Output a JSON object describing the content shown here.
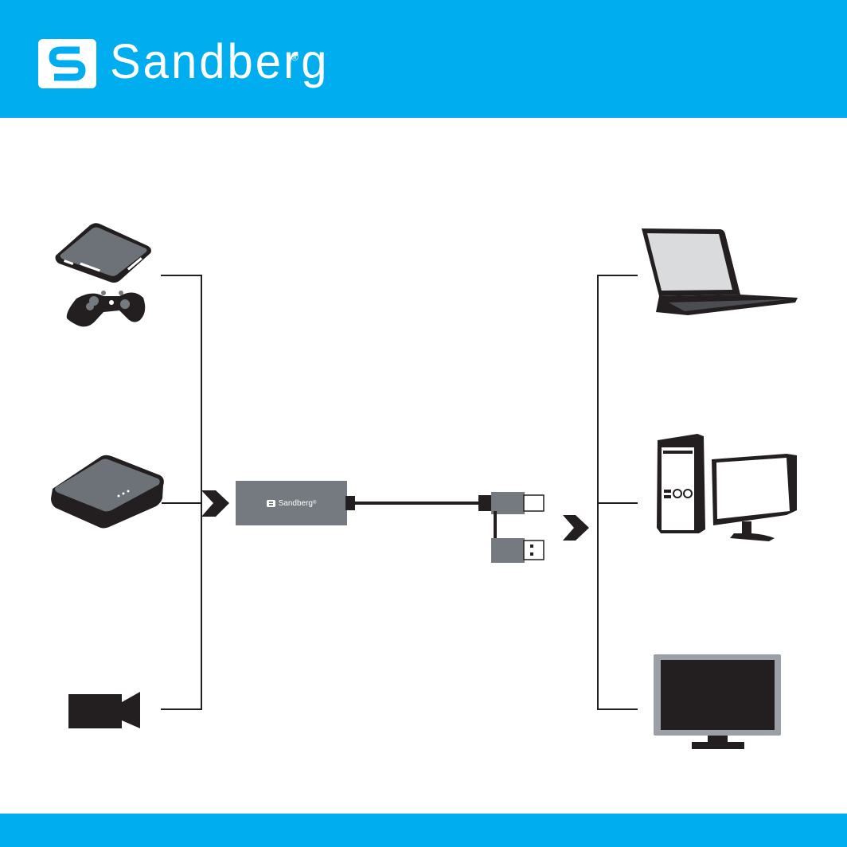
{
  "header": {
    "brand_name": "Sandberg",
    "registered_mark": "®",
    "logo_icon": "sandberg-s-logo-icon"
  },
  "adapter": {
    "brand_label": "Sandberg",
    "registered_mark": "®"
  },
  "sources": [
    {
      "name": "game-console",
      "icon": "game-console-icon"
    },
    {
      "name": "gamepad",
      "icon": "gamepad-icon"
    },
    {
      "name": "external-drive",
      "icon": "external-drive-icon"
    },
    {
      "name": "video-camera",
      "icon": "video-camera-icon"
    }
  ],
  "outputs": [
    {
      "name": "laptop",
      "icon": "laptop-icon"
    },
    {
      "name": "desktop-pc",
      "icon": "desktop-pc-icon"
    },
    {
      "name": "monitor",
      "icon": "monitor-icon"
    }
  ],
  "colors": {
    "brand_blue": "#00adef",
    "device_gray": "#757a80",
    "line_black": "#231f20"
  }
}
